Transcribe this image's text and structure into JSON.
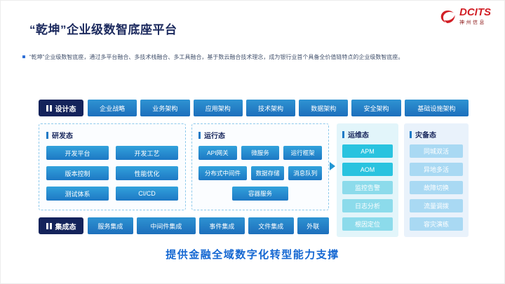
{
  "logo": {
    "brand": "DCITS",
    "subbrand": "神州信息"
  },
  "title": "“乾坤”企业级数智底座平台",
  "intro": "“乾坤”企业级数智底座，通过多平台融合、多技术栈融合、多工具融合，基于数云融合技术理念，成为银行业首个具备全价值链特点的企业级数智底座。",
  "design": {
    "label": "设计态",
    "items": [
      "企业战略",
      "业务架构",
      "应用架构",
      "技术架构",
      "数据架构",
      "安全架构",
      "基础设施架构"
    ]
  },
  "dev": {
    "label": "研发态",
    "items": [
      "开发平台",
      "开发工艺",
      "版本控制",
      "性能优化",
      "测试体系",
      "CI/CD"
    ]
  },
  "run": {
    "label": "运行态",
    "row1": [
      "API网关",
      "微服务",
      "运行框架"
    ],
    "row2": [
      "分布式中间件",
      "数据存储",
      "消息队列"
    ],
    "row3": [
      "容器服务"
    ]
  },
  "ops": {
    "label": "运维态",
    "items": [
      "APM",
      "AOM",
      "监控告警",
      "日志分析",
      "根因定位"
    ]
  },
  "dr": {
    "label": "灾备态",
    "items": [
      "同城双活",
      "异地多活",
      "故障切换",
      "流量调拨",
      "容灾演练"
    ]
  },
  "integration": {
    "label": "集成态",
    "items": [
      "服务集成",
      "中间件集成",
      "事件集成",
      "文件集成",
      "外联"
    ]
  },
  "footer": "提供金融全域数字化转型能力支撑",
  "colors": {
    "navy": "#14235b",
    "blue": "#2386cb",
    "cyan": "#29c3df",
    "cyan_light": "#8cdbeb",
    "chip_light_blue": "#a9d9f3",
    "footer_blue": "#1467d2",
    "logo_red": "#d21f26"
  }
}
